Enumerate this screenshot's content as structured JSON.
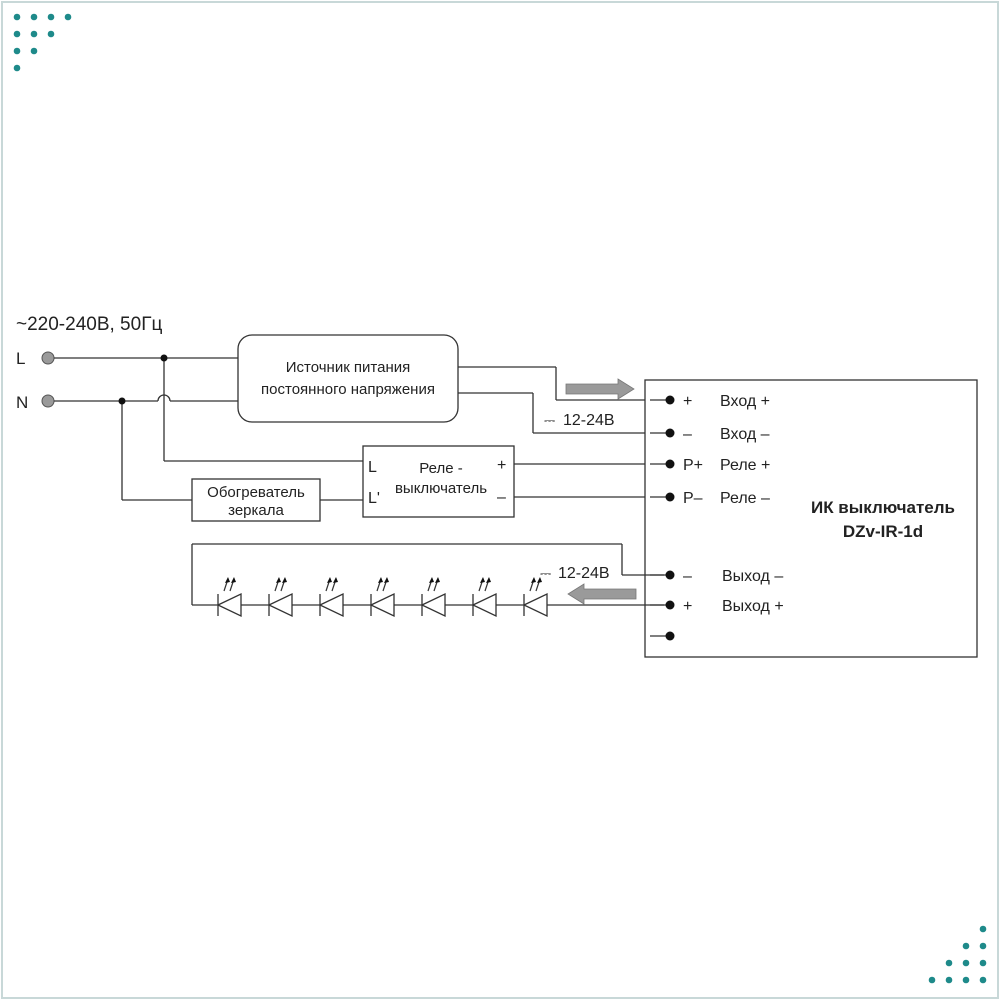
{
  "mains": {
    "voltage": "~220-240В, 50Гц",
    "line": "L",
    "neutral": "N"
  },
  "power_supply": {
    "line1": "Источник питания",
    "line2": "постоянного напряжения",
    "dc_output": "12-24В",
    "dc_symbol": "⎓"
  },
  "relay": {
    "line1": "Реле -",
    "line2": "выключатель",
    "in_l": "L",
    "in_l2": "L'",
    "out_plus": "+",
    "out_minus": "–"
  },
  "heater": {
    "line1": "Обогреватель",
    "line2": "зеркала"
  },
  "ir_switch": {
    "name_line1": "ИК выключатель",
    "name_line2": "DZv-IR-1d",
    "terminals": [
      {
        "pin": "+",
        "label": "Вход +"
      },
      {
        "pin": "–",
        "label": "Вход –"
      },
      {
        "pin": "P+",
        "label": "Реле +"
      },
      {
        "pin": "P–",
        "label": "Реле –"
      },
      {
        "pin": "–",
        "label": "Выход –"
      },
      {
        "pin": "+",
        "label": "Выход +"
      },
      {
        "pin": "",
        "label": ""
      }
    ]
  },
  "led_strip": {
    "count": 7,
    "dc_output": "12-24В",
    "dc_symbol": "⎓"
  },
  "colors": {
    "line": "#333333",
    "arrow_fill": "#9a9a9a",
    "mains_terminal": "#9a9a9a",
    "decor": "#1e8a8a",
    "frame": "#c8d8d8"
  }
}
